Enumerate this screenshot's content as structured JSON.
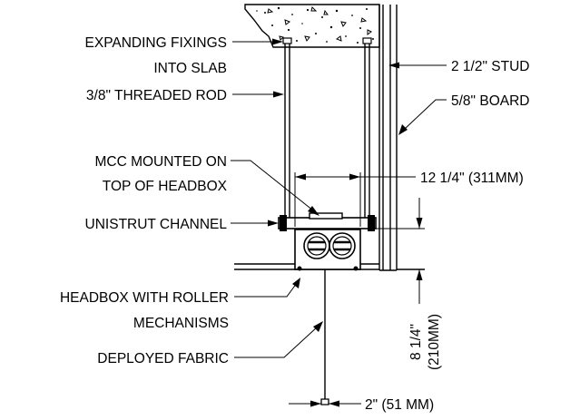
{
  "labels": {
    "expanding_fixings_1": "EXPANDING FIXINGS",
    "expanding_fixings_2": "INTO SLAB",
    "threaded_rod": "3/8\" THREADED ROD",
    "mcc_1": "MCC MOUNTED ON",
    "mcc_2": "TOP OF HEADBOX",
    "unistrut": "UNISTRUT CHANNEL",
    "headbox_1": "HEADBOX WITH ROLLER",
    "headbox_2": "MECHANISMS",
    "fabric": "DEPLOYED FABRIC",
    "stud": "2 1/2\" STUD",
    "board": "5/8\" BOARD",
    "width_dim": "12 1/4\" (311MM)",
    "height_dim_1": "8 1/4\"",
    "height_dim_2": "(210MM)",
    "bottom_dim": "2\" (51 MM)"
  }
}
